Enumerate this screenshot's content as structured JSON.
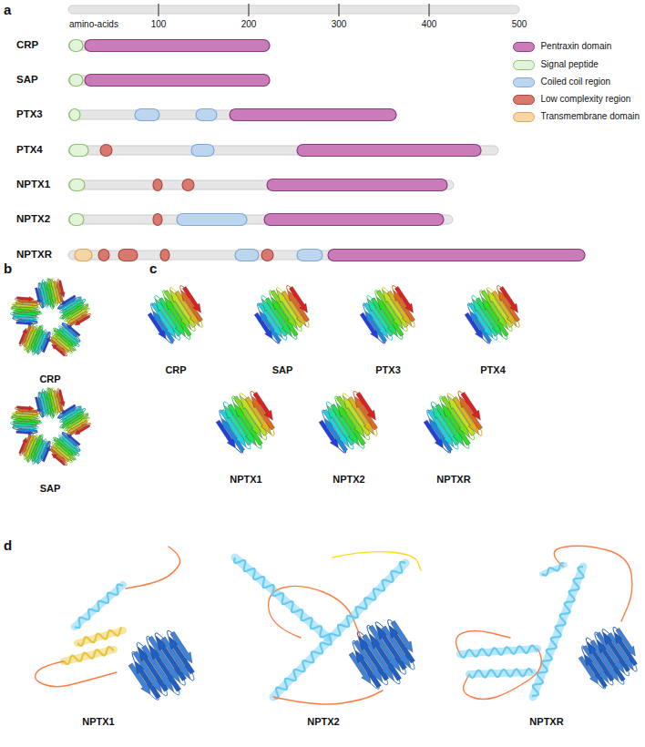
{
  "diagram": {
    "labels": [
      "a",
      "amino-acids",
      "100",
      "200",
      "300",
      "400",
      "500",
      "CRP",
      "SAP",
      "PTX3",
      "PTX4",
      "NPTX1",
      "NPTX2",
      "NPTXR",
      "b",
      "c",
      "CRP",
      "SAP",
      "CRP",
      "SAP",
      "PTX3",
      "PTX4",
      "NPTX1",
      "NPTX2",
      "NPTXR",
      "d",
      "NPTX1",
      "NPTX2",
      "NPTXR"
    ],
    "legend": [
      {
        "text": "Pentraxin domain",
        "color": "#c97cb8"
      },
      {
        "text": "Signal peptide",
        "color": "#e4f4da"
      },
      {
        "text": "Coiled coil region",
        "color": "#bcd6f0"
      },
      {
        "text": "Low complexity region",
        "color": "#d9786e"
      },
      {
        "text": "Transmembrane domain",
        "color": "#f7d6a6"
      }
    ]
  }
}
